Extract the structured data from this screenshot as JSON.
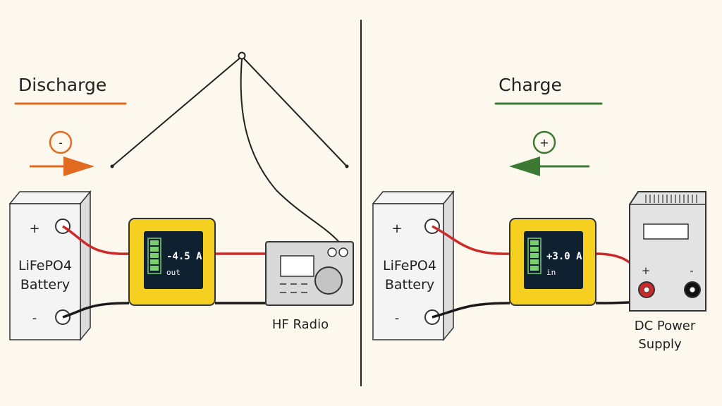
{
  "discharge": {
    "title": "Discharge",
    "sign": "-",
    "accent": "#e06a1f",
    "battery": {
      "name_line1": "LiFePO4",
      "name_line2": "Battery",
      "plus": "+",
      "minus": "-"
    },
    "meter": {
      "reading": "-4.5 A",
      "direction": "out"
    },
    "device": "HF Radio"
  },
  "charge": {
    "title": "Charge",
    "sign": "+",
    "accent": "#3c7a34",
    "battery": {
      "name_line1": "LiFePO4",
      "name_line2": "Battery",
      "plus": "+",
      "minus": "-"
    },
    "meter": {
      "reading": "+3.0 A",
      "direction": "in"
    },
    "device_line1": "DC Power",
    "device_line2": "Supply",
    "supply_plus": "+",
    "supply_minus": "-"
  },
  "colors": {
    "background": "#fdf8ee",
    "positive_wire": "#cc2a2a",
    "negative_wire": "#1a1a1a",
    "meter_body": "#f5d020",
    "meter_screen": "#0f2130",
    "battery_bars": "#7ad06a"
  }
}
